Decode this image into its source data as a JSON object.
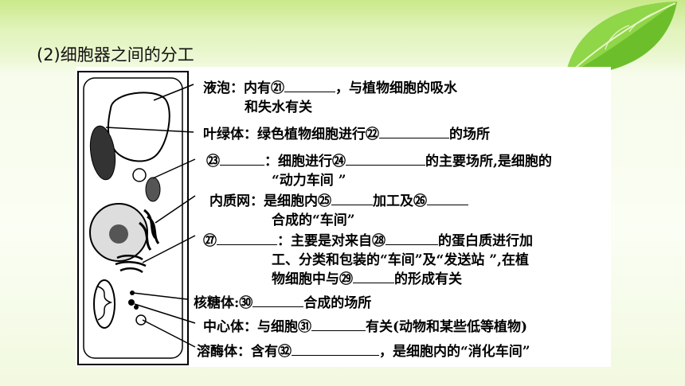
{
  "heading": "(2)细胞器之间的分工",
  "rows": {
    "vacuole": {
      "label": "液泡：内有",
      "num": "㉑",
      "after": "，与植物细胞的吸水",
      "line2": "和失水有关"
    },
    "chloroplast": {
      "label": "叶绿体：绿色植物细胞进行",
      "num": "㉒",
      "after": "的场所"
    },
    "mito": {
      "num1": "㉓",
      "mid": "：细胞进行",
      "num2": "㉔",
      "after": "的主要场所,是细胞的",
      "line2": "“动力车间 ”"
    },
    "er": {
      "label": "内质网：是细胞内",
      "num1": "㉕",
      "mid": "加工及",
      "num2": "㉖",
      "line2": "合成的“车间”"
    },
    "golgi": {
      "num1": "㉗",
      "mid": "：主要是对来自",
      "num2": "㉘",
      "after": "的蛋白质进行加",
      "line2": "工、分类和包装的“车间”及“发送站 ”,在植",
      "line3": "物细胞中与",
      "num3": "㉙",
      "after3": "的形成有关"
    },
    "ribosome": {
      "label": "核糖体:",
      "num": "㉚",
      "after": "合成的场所"
    },
    "centrosome": {
      "label": "中心体：与细胞",
      "num": "㉛",
      "after": "有关(动物和某些低等植物)"
    },
    "lysosome": {
      "label": "溶酶体：含有",
      "num": "㉜",
      "after": "，是细胞内的“消化车间”"
    }
  }
}
